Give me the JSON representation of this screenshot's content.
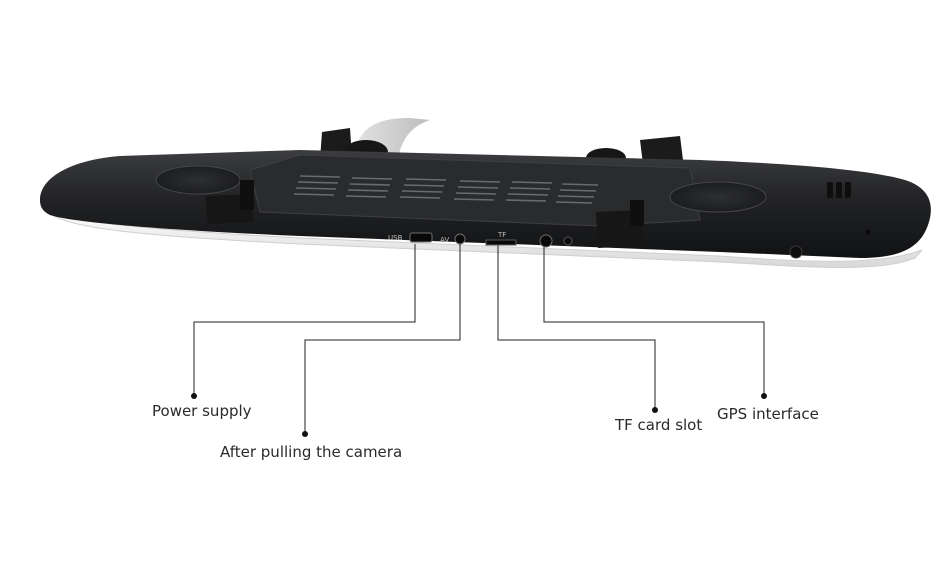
{
  "image": {
    "subject": "dvr-rearview-mirror-underside",
    "port_markings": {
      "usb": "USB",
      "av": "AV",
      "tf": "TF"
    },
    "callouts": {
      "power_supply": "Power supply",
      "after_pulling_camera": "After pulling the camera",
      "tf_card_slot": "TF card slot",
      "gps_interface": "GPS interface"
    },
    "colors": {
      "body": "#1d1e20",
      "body_highlight": "#3a3b3e",
      "bezel": "#efefef",
      "leader_line": "#222222",
      "text": "#2a2a2a"
    }
  }
}
